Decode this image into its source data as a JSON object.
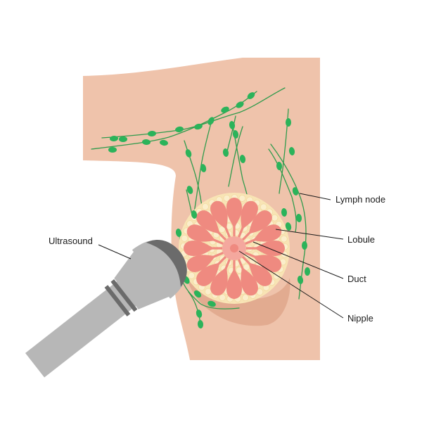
{
  "labels": {
    "lymph_node": "Lymph node",
    "lobule": "Lobule",
    "duct": "Duct",
    "nipple": "Nipple",
    "ultrasound": "Ultrasound"
  },
  "colors": {
    "skin": "#efc3ab",
    "skin_shadow": "#e2ab90",
    "lymph_green": "#2bb35a",
    "lymph_line": "#2f9b4c",
    "lobule": "#ef8a80",
    "fat": "#f8e4b5",
    "areola": "#f4a89e",
    "probe_gray": "#b7b7b7",
    "probe_dark": "#6b6b6b",
    "leader_line": "#1a1a1a"
  },
  "icons": {
    "probe": "ultrasound-probe-icon"
  }
}
